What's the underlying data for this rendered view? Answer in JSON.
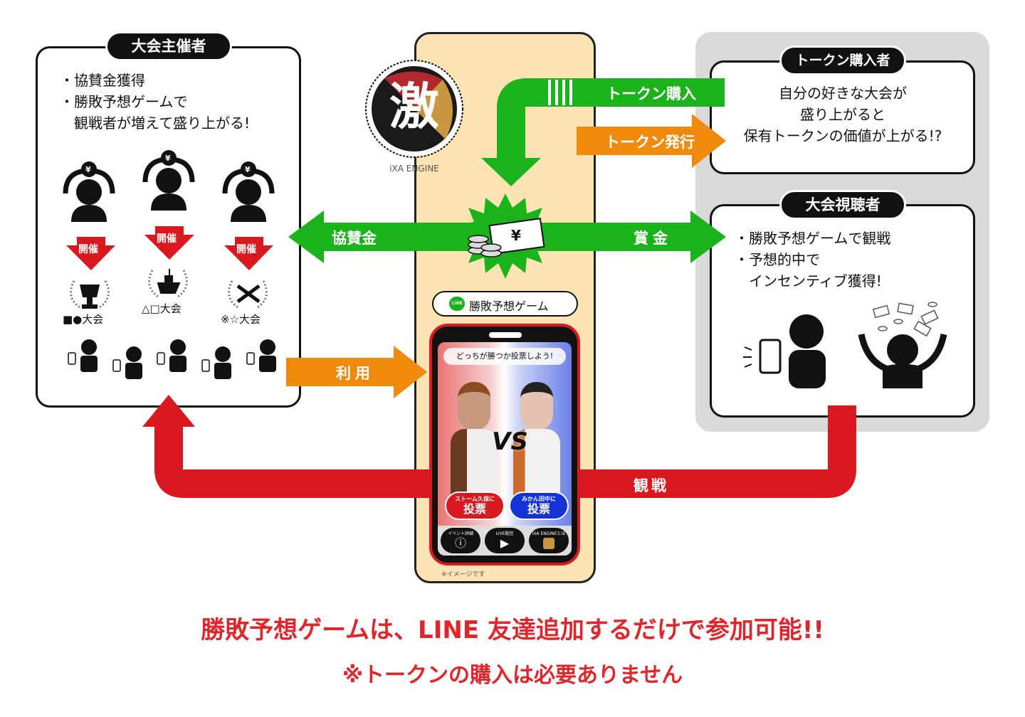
{
  "organizer": {
    "title": "大会主催者",
    "lines": [
      "・協賛金獲得",
      "・勝敗予想ゲームで",
      "　観戦者が増えて盛り上がる!"
    ],
    "host_label": "開催",
    "tournaments": [
      "■●大会",
      "△□大会",
      "※☆大会"
    ]
  },
  "logo": {
    "kanji": "激",
    "name": "iXA ENGINE"
  },
  "buyer": {
    "title": "トークン購入者",
    "lines": [
      "自分の好きな大会が",
      "盛り上がると",
      "保有トークンの価値が上がる!?"
    ]
  },
  "viewer": {
    "title": "大会視聴者",
    "lines": [
      "・勝敗予想ゲームで観戦",
      "・予想的中で",
      "　インセンティブ獲得!"
    ]
  },
  "arrows": {
    "token_purchase": "トークン購入",
    "token_issue": "トークン発行",
    "sponsorship": "協賛金",
    "prize": "賞金",
    "use": "利用",
    "watch": "観戦"
  },
  "game": {
    "line_badge": "LINE",
    "title": "勝敗予想ゲーム",
    "prompt": "どっちが勝つか投票しよう!",
    "vs": "VS",
    "vote_left_sub": "ストーム久保に",
    "vote_right_sub": "みかん田中に",
    "vote_label": "投票",
    "nav": [
      "イベント詳細",
      "LIVE配信",
      "iXA ENGINEとは"
    ],
    "note": "※イメージです"
  },
  "footer": {
    "line1": "勝敗予想ゲームは、LINE 友達追加するだけで参加可能!!",
    "line2": "※トークンの購入は必要ありません"
  },
  "colors": {
    "red": "#d9191f",
    "green": "#1bb31b",
    "orange": "#f08a0c",
    "beige": "#fbe3b3",
    "gray": "#d9d9d9"
  }
}
